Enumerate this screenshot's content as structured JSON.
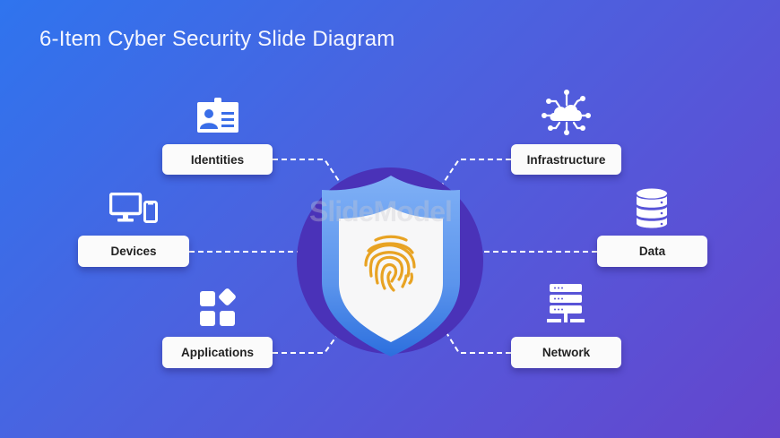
{
  "title": "6-Item Cyber Security Slide Diagram",
  "watermark": "SlideModel",
  "center": {
    "icon": "fingerprint-icon",
    "shape": "shield",
    "fingerprint_color": "#e8a323"
  },
  "nodes": [
    {
      "label": "Identities",
      "icon": "id-badge-icon",
      "side": "left"
    },
    {
      "label": "Devices",
      "icon": "desktop-phone-icon",
      "side": "left"
    },
    {
      "label": "Applications",
      "icon": "apps-grid-icon",
      "side": "left"
    },
    {
      "label": "Infrastructure",
      "icon": "cloud-network-icon",
      "side": "right"
    },
    {
      "label": "Data",
      "icon": "database-icon",
      "side": "right"
    },
    {
      "label": "Network",
      "icon": "server-network-icon",
      "side": "right"
    }
  ],
  "colors": {
    "background_start": "#2f74ee",
    "background_end": "#6445cc",
    "ring": "#4a32b8",
    "shield_outer": "#6aa0f0",
    "shield_inner": "#f7f7f8",
    "node_fill": "#fbfbfb",
    "node_text": "#222222",
    "connector": "#ffffff"
  }
}
